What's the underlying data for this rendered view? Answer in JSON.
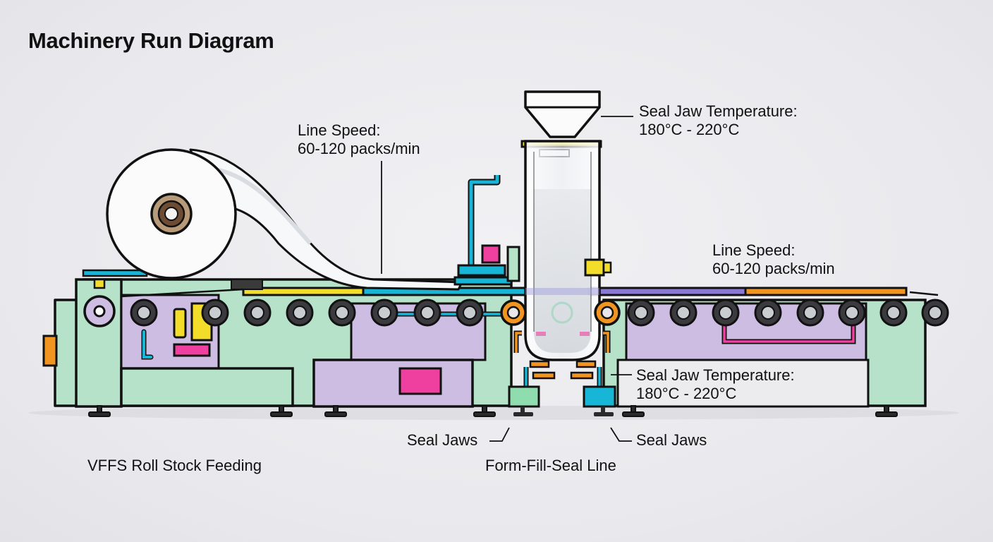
{
  "title": "Machinery Run Diagram",
  "annotations": {
    "line_speed_left": {
      "label": "Line Speed:",
      "value": "60-120 packs/min"
    },
    "seal_temp_top": {
      "label": "Seal Jaw Temperature:",
      "value": "180°C - 220°C"
    },
    "line_speed_right": {
      "label": "Line Speed:",
      "value": "60-120 packs/min"
    },
    "seal_temp_bottom": {
      "label": "Seal Jaw Temperature:",
      "value": "180°C - 220°C"
    },
    "seal_jaws_left": "Seal Jaws",
    "seal_jaws_right": "Seal Jaws"
  },
  "captions": {
    "left": "VFFS Roll Stock Feeding",
    "center": "Form-Fill-Seal Line"
  },
  "colors": {
    "frame_green": "#b5e2c9",
    "panel_purple": "#cdbde3",
    "accent_teal": "#18b6d6",
    "accent_orange": "#f29420",
    "accent_magenta": "#ef3f9f",
    "accent_yellow": "#f1dd2a",
    "outline": "#111111"
  }
}
